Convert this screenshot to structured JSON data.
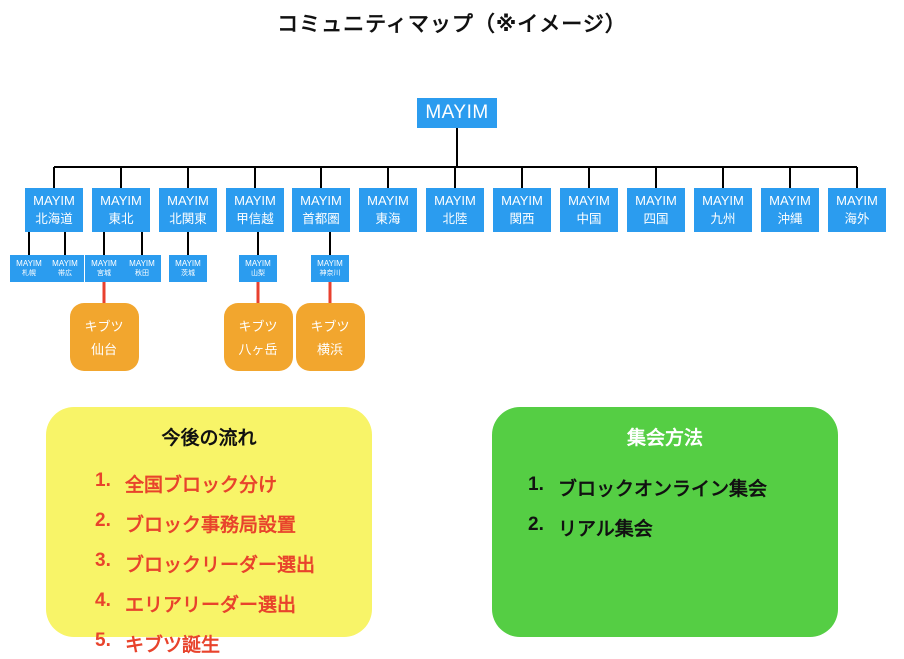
{
  "title": "コミュニティマップ（※イメージ）",
  "org": {
    "brand": "MAYIM",
    "root_label": "MAYIM",
    "kibbutz_prefix": "キブツ",
    "regions": [
      {
        "name": "北海道",
        "areas": [
          {
            "name": "札幌"
          },
          {
            "name": "帯広"
          }
        ]
      },
      {
        "name": "東北",
        "areas": [
          {
            "name": "宮城",
            "kibbutz": "仙台"
          },
          {
            "name": "秋田"
          }
        ]
      },
      {
        "name": "北関東",
        "areas": [
          {
            "name": "茨城"
          }
        ]
      },
      {
        "name": "甲信越",
        "areas": [
          {
            "name": "山梨",
            "kibbutz": "八ヶ岳"
          }
        ]
      },
      {
        "name": "首都圏",
        "areas": [
          {
            "name": "神奈川",
            "kibbutz": "横浜"
          }
        ]
      },
      {
        "name": "東海",
        "areas": []
      },
      {
        "name": "北陸",
        "areas": []
      },
      {
        "name": "関西",
        "areas": []
      },
      {
        "name": "中国",
        "areas": []
      },
      {
        "name": "四国",
        "areas": []
      },
      {
        "name": "九州",
        "areas": []
      },
      {
        "name": "沖縄",
        "areas": []
      },
      {
        "name": "海外",
        "areas": []
      }
    ]
  },
  "panels": {
    "flow": {
      "title": "今後の流れ",
      "items": [
        "全国ブロック分け",
        "ブロック事務局設置",
        "ブロックリーダー選出",
        "エリアリーダー選出",
        "キブツ誕生"
      ]
    },
    "meeting": {
      "title": "集会方法",
      "items": [
        "ブロックオンライン集会",
        "リアル集会"
      ]
    }
  },
  "colors": {
    "node_blue": "#2B9CEF",
    "kibbutz_orange": "#F2A62E",
    "panel_yellow": "#F8F468",
    "panel_green": "#55CE44",
    "flow_text_red": "#E8432C",
    "connector_black": "#000000",
    "connector_red": "#E8402F"
  }
}
